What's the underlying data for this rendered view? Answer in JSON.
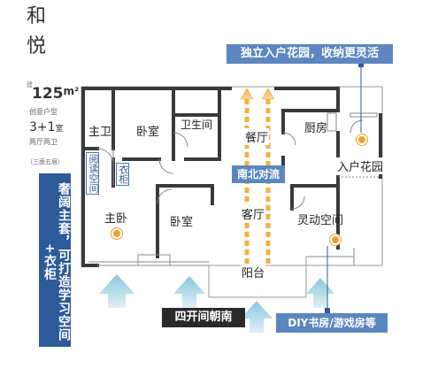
{
  "project": {
    "name_line1": "和",
    "name_line2": "悦",
    "jian": "建",
    "area": "125",
    "area_unit": "m²",
    "type_label": "创意户型",
    "rooms": "3+1",
    "rooms_suffix": "室",
    "halls_baths": "两厅两卫",
    "sides": "（三面五层）"
  },
  "callouts": {
    "garden": "独立入户花园，收纳更灵活",
    "suite": "奢阔主套，可打造学习空间+衣柜",
    "south": "四开间朝南",
    "diy": "DIY书房/游戏房等"
  },
  "rooms": {
    "master_bath": "主卫",
    "bedroom_top": "卧室",
    "bathroom": "卫生间",
    "dining": "餐厅",
    "kitchen": "厨房",
    "entry_garden": "入户花园",
    "airflow": "南北对流",
    "reading": "阅读空间",
    "wardrobe": "衣柜",
    "master_bed": "主卧",
    "bedroom_bottom": "卧室",
    "living": "客厅",
    "flex": "灵动空间",
    "balcony": "阳台"
  },
  "colors": {
    "accent_blue": "#2e5a99",
    "light_blue": "#5b86c0",
    "arrow_orange": "#f1a12b",
    "arrow_blue": "#a9d3e4"
  }
}
